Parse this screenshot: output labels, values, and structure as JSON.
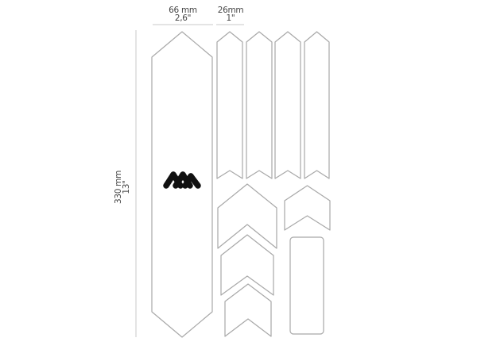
{
  "dimensions": {
    "width_large": {
      "metric": "66 mm",
      "imperial": "2,6\""
    },
    "width_strip": {
      "metric": "26mm",
      "imperial": "1\""
    },
    "height": {
      "metric": "330 mm",
      "imperial": "13\""
    }
  },
  "logo": {
    "name": "all-mountain-style-logo",
    "color": "#111111"
  },
  "colors": {
    "outline": "#a8a8a8",
    "dimension_line": "#c8c8c8",
    "text": "#444444"
  },
  "pieces": [
    {
      "id": "large-hexagon-panel",
      "type": "elongated-hexagon"
    },
    {
      "id": "strip-1",
      "type": "arrow-strip"
    },
    {
      "id": "strip-2",
      "type": "arrow-strip"
    },
    {
      "id": "strip-3",
      "type": "arrow-strip"
    },
    {
      "id": "strip-4",
      "type": "arrow-strip"
    },
    {
      "id": "chevron-large",
      "type": "chevron"
    },
    {
      "id": "chevron-medium",
      "type": "chevron"
    },
    {
      "id": "chevron-small-bottom",
      "type": "chevron"
    },
    {
      "id": "chevron-small-right",
      "type": "chevron"
    },
    {
      "id": "rectangle-patch",
      "type": "rounded-rectangle"
    }
  ]
}
